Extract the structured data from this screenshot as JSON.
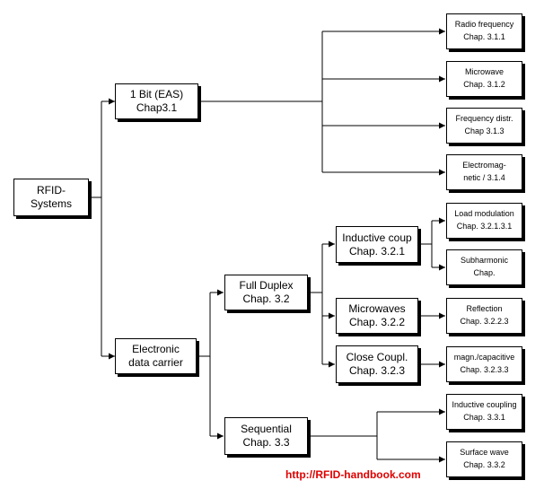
{
  "root": {
    "line1": "RFID-",
    "line2": "Systems"
  },
  "one_bit": {
    "line1": "1 Bit (EAS)",
    "line2": "Chap3.1"
  },
  "electronic": {
    "line1": "Electronic",
    "line2": "data carrier"
  },
  "full_duplex": {
    "line1": "Full Duplex",
    "line2": "Chap. 3.2"
  },
  "sequential": {
    "line1": "Sequential",
    "line2": "Chap. 3.3"
  },
  "inductive_coup": {
    "line1": "Inductive coup",
    "line2": "Chap. 3.2.1"
  },
  "microwaves": {
    "line1": "Microwaves",
    "line2": "Chap. 3.2.2"
  },
  "close_coupl": {
    "line1": "Close Coupl.",
    "line2": "Chap. 3.2.3"
  },
  "radio_frequency": {
    "line1": "Radio frequency",
    "line2": "Chap. 3.1.1"
  },
  "microwave": {
    "line1": "Microwave",
    "line2": "Chap. 3.1.2"
  },
  "frequency_distr": {
    "line1": "Frequency distr.",
    "line2": "Chap 3.1.3"
  },
  "electromagnetic": {
    "line1": "Electromag-",
    "line2": "netic / 3.1.4"
  },
  "load_modulation": {
    "line1": "Load modulation",
    "line2": "Chap. 3.2.1.3.1"
  },
  "subharmonic": {
    "line1": "Subharmonic",
    "line2": "Chap."
  },
  "reflection": {
    "line1": "Reflection",
    "line2": "Chap. 3.2.2.3"
  },
  "magn_capacitive": {
    "line1": "magn./capacitive",
    "line2": "Chap. 3.2.3.3"
  },
  "inductive_coupling": {
    "line1": "Inductive coupling",
    "line2": "Chap. 3.3.1"
  },
  "surface_wave": {
    "line1": "Surface wave",
    "line2": "Chap. 3.3.2"
  },
  "footer": {
    "url": "http://RFID-handbook.com"
  }
}
